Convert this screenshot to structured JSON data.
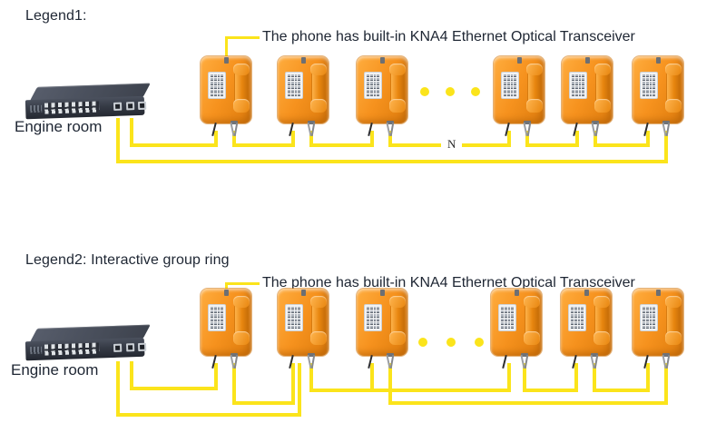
{
  "legend1": {
    "title": "Legend1:",
    "engine_room": "Engine room",
    "callout": "The phone has built-in KNA4 Ethernet Optical Transceiver",
    "cable_label_n": "N",
    "phones_shown": 6,
    "ellipsis_dots": 3,
    "topology": "daisy chain with return line from last phone to switch"
  },
  "legend2": {
    "title": "Legend2: Interactive group ring",
    "engine_room": "Engine room",
    "callout": "The phone has built-in KNA4 Ethernet Optical Transceiver",
    "phones_shown": 6,
    "ellipsis_dots": 3,
    "topology": "interactive group ring with interleaved two-level cabling"
  },
  "colors": {
    "cable_yellow": "#FBE41B",
    "phone_orange": "#F6921E",
    "switch_body": "#363B46",
    "text": "#1E2633"
  }
}
